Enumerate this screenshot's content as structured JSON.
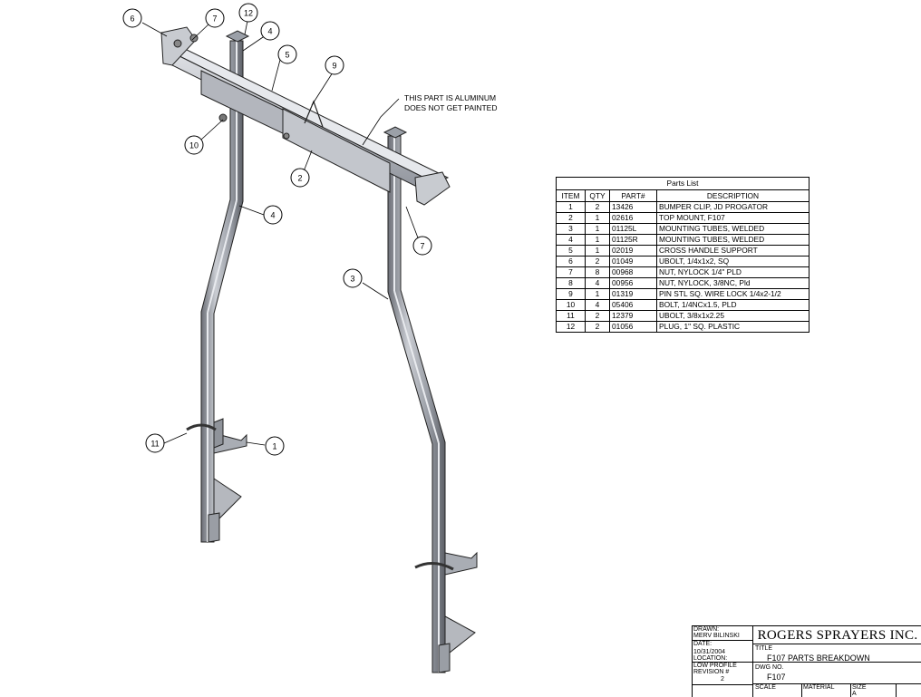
{
  "note": {
    "line1": "THIS PART IS ALUMINUM",
    "line2": "DOES NOT GET PAINTED"
  },
  "callouts": [
    "6",
    "7",
    "12",
    "4",
    "5",
    "9",
    "10",
    "2",
    "4",
    "7",
    "3",
    "11",
    "1"
  ],
  "parts_list": {
    "title": "Parts List",
    "headers": [
      "ITEM",
      "QTY",
      "PART#",
      "DESCRIPTION"
    ],
    "rows": [
      [
        "1",
        "2",
        "13426",
        "BUMPER CLIP, JD PROGATOR"
      ],
      [
        "2",
        "1",
        "02616",
        "TOP MOUNT, F107"
      ],
      [
        "3",
        "1",
        "01125L",
        "MOUNTING TUBES, WELDED"
      ],
      [
        "4",
        "1",
        "01125R",
        "MOUNTING TUBES, WELDED"
      ],
      [
        "5",
        "1",
        "02019",
        "CROSS HANDLE SUPPORT"
      ],
      [
        "6",
        "2",
        "01049",
        "UBOLT, 1/4x1x2, SQ"
      ],
      [
        "7",
        "8",
        "00968",
        "NUT, NYLOCK 1/4\" PLD"
      ],
      [
        "8",
        "4",
        "00956",
        "NUT, NYLOCK, 3/8NC, Pld"
      ],
      [
        "9",
        "1",
        "01319",
        "PIN STL SQ. WIRE LOCK 1/4x2-1/2"
      ],
      [
        "10",
        "4",
        "05406",
        "BOLT, 1/4NCx1.5, PLD"
      ],
      [
        "11",
        "2",
        "12379",
        "UBOLT, 3/8x1x2.25"
      ],
      [
        "12",
        "2",
        "01056",
        "PLUG, 1\" SQ. PLASTIC"
      ]
    ]
  },
  "title_block": {
    "drawn_label": "DRAWN:",
    "drawn_value": "MERV BILINSKI",
    "date_label": "DATE:",
    "date_value": "10/31/2004",
    "location_label": "LOCATION:",
    "location_value": "LOW PROFILE",
    "revision_label": "REVISION #",
    "revision_value": "2",
    "company": "ROGERS SPRAYERS INC.",
    "title_label": "TITLE",
    "title_value": "F107 PARTS BREAKDOWN",
    "dwg_label": "DWG NO.",
    "dwg_value": "F107",
    "scale_label": "SCALE",
    "material_label": "MATERIAL",
    "size_label": "SIZE",
    "size_value": "A"
  }
}
